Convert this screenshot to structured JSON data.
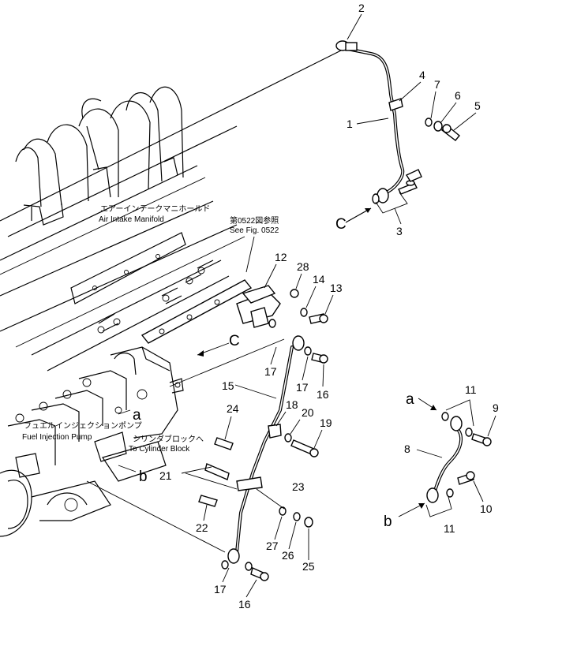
{
  "labels": {
    "air_intake_jp": "エアーインテークマニホールド",
    "air_intake_en": "Air Intake Manifold",
    "see_fig_jp": "第0522図参照",
    "see_fig_en": "See Fig. 0522",
    "fuel_pump_jp": "フュエルインジェクションポンプ",
    "fuel_pump_en": "Fuel Injection Pump",
    "cyl_block_jp": "シリンダブロックへ",
    "cyl_block_en": "To Cylinder Block"
  },
  "connectors": {
    "a": "a",
    "b": "b",
    "c": "C"
  },
  "callouts": {
    "p1": "1",
    "p2": "2",
    "p3": "3",
    "p4": "4",
    "p5": "5",
    "p6": "6",
    "p7": "7",
    "p8": "8",
    "p9": "9",
    "p10": "10",
    "p11a": "11",
    "p11b": "11",
    "p12": "12",
    "p13": "13",
    "p14": "14",
    "p15": "15",
    "p16a": "16",
    "p16b": "16",
    "p17a": "17",
    "p17b": "17",
    "p17c": "17",
    "p18": "18",
    "p19": "19",
    "p20": "20",
    "p21": "21",
    "p22": "22",
    "p23": "23",
    "p24": "24",
    "p25": "25",
    "p26": "26",
    "p27": "27",
    "p28": "28"
  }
}
